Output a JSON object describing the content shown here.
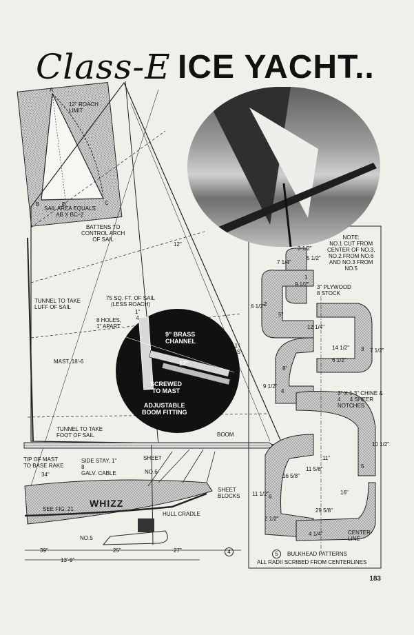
{
  "title": {
    "script": "Class-E",
    "main": "ICE YACHT.."
  },
  "page_number": "183",
  "sail": {
    "roach_limit": "12\" ROACH\nLIMIT",
    "area": "SAIL AREA EQUALS\nAB X BC÷2",
    "pt_a": "A",
    "pt_b": "B",
    "pt_c": "C",
    "pt_d": "D",
    "battens": "BATTENS TO\nCONTROL ARCH\nOF SAIL",
    "tunnel_luff": "TUNNEL TO TAKE\nLUFF OF SAIL",
    "sq_ft": "75 SQ. FT. OF SAIL\n(LESS ROACH)",
    "mast": "MAST, 18'-6",
    "tunnel_foot": "TUNNEL TO TAKE\nFOOT OF SAIL",
    "boom": "BOOM",
    "dim_12": "12\""
  },
  "fitting": {
    "holes": "8 HOLES,\n1\" APART",
    "dim_1_4": "1\"\n4",
    "brass_channel": "9\" BRASS\nCHANNEL",
    "brass_bar": "3\"\n16 X 1\"\nBRASS",
    "dim_12": "12\"",
    "screwed": "SCREWED\nTO MAST",
    "caption": "ADJUSTABLE\nBOOM FITTING"
  },
  "hull": {
    "tip_rake": "TIP OF MAST\nTO BASE RAKE",
    "rake_dim": "34\"",
    "side_stay": "SIDE STAY, 1\"\n8\nGALV. CABLE",
    "sheet": "SHEET",
    "no6": "NO.6",
    "sheet_blocks": "SHEET\nBLOCKS",
    "name": "WHIZZ",
    "see_fig": "SEE FIG. 21",
    "hull_cradle": "HULL CRADLE",
    "no5": "NO.5",
    "dim_39": "39\"",
    "dim_25": "25\"",
    "dim_27": "27\"",
    "dim_overall": "13'-9\"",
    "fig_num": "4"
  },
  "bulkheads": {
    "note": "NOTE:\nNO.1 CUT FROM\nCENTER OF NO.3,\nNO.2 FROM NO.6\nAND NO.3 FROM\nNO.5",
    "plywood": "3\" PLYWOOD\n8 STOCK",
    "chine": "3\" X 1 3\" CHINE &\n4      4 SHEER\nNOTCHES",
    "centerline": "CENTER-\nLINE",
    "caption": "BULKHEAD PATTERNS",
    "caption2": "ALL RADII SCRIBED FROM CENTERLINES",
    "fig_num": "5",
    "nums": [
      "1",
      "2",
      "3",
      "4",
      "5",
      "6"
    ],
    "dims": [
      "3 1/2\"",
      "7 1/4\"",
      "6 1/2\"",
      "5\"",
      "9 1/2\"",
      "5 1/2\"",
      "12 1/4\"",
      "14 1/2\"",
      "8\"",
      "7 1/2\"",
      "9 1/2\"",
      "6 1/2\"",
      "11 1/2\"",
      "10 1/2\"",
      "11\"",
      "16\"",
      "16 5/8\"",
      "11 5/8\"",
      "29 5/8\"",
      "2 1/2\"",
      "4 1/4\""
    ]
  },
  "colors": {
    "paper": "#f1efea",
    "ink": "#1a1a1a",
    "shade": "#bdbdbd"
  }
}
